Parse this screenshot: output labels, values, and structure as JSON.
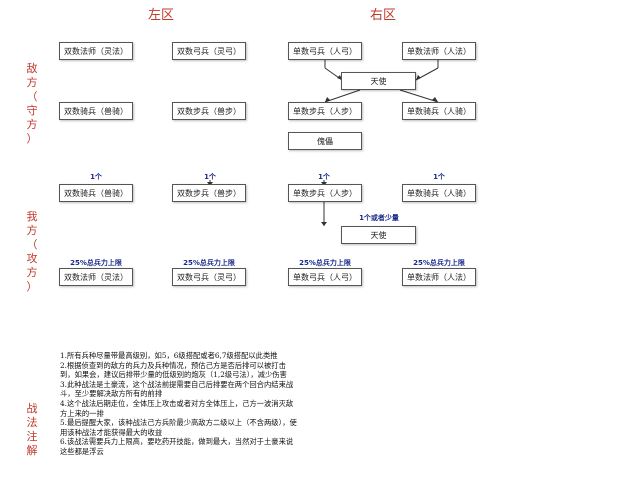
{
  "headers": {
    "left": "左区",
    "right": "右区"
  },
  "side_labels": {
    "enemy": [
      "敌",
      "方",
      "（",
      "守",
      "方",
      "）"
    ],
    "ours": [
      "我",
      "方",
      "（",
      "攻",
      "方",
      "）"
    ],
    "notes": [
      "战",
      "法",
      "注",
      "解"
    ]
  },
  "enemy": {
    "row1": [
      "双数法师（灵法）",
      "双数弓兵（灵弓）",
      "单数弓兵（人弓）",
      "单数法师（人法）"
    ],
    "angel": "天使",
    "row2": [
      "双数骑兵（兽骑）",
      "双数步兵（兽步）",
      "单数步兵（人步）",
      "单数骑兵（人骑）"
    ],
    "puppet": "傀儡"
  },
  "ours": {
    "count_labels": [
      "1个",
      "1个",
      "1个",
      "1个"
    ],
    "row1": [
      "双数骑兵（兽骑）",
      "双数步兵（兽步）",
      "单数步兵（人步）",
      "单数骑兵（人骑）"
    ],
    "angel_label": "1个或者少量",
    "angel": "天使",
    "cap_labels": [
      "25%总兵力上限",
      "25%总兵力上限",
      "25%总兵力上限",
      "25%总兵力上限"
    ],
    "row2": [
      "双数法师（灵法）",
      "双数弓兵（灵弓）",
      "单数弓兵（人弓）",
      "单数法师（人法）"
    ]
  },
  "notes": [
    "1.所有兵种尽量带最高级别，如5，6级搭配或者6,7级搭配以此类推",
    "2.根据侦查到的敌方的兵力及兵种情况，预估己方是否后排可以被打击到，如果会，建议后排带少量的低级别的炮灰（1,2级弓法），减少伤害",
    "3.此种战法是土豪流，这个战法前提需要自己后排要在两个回合内结束战斗，至少要解决敌方所有的前排",
    "4.这个战法后期走位，全体压上攻击或者对方全体压上，己方一波消灭敌方上来的一排",
    "5.最后提醒大家，该种战法己方兵阶最少高敌方二级以上（不含两级），使用该种战法才能获得最大的收益",
    "6.该战法需要兵力上限高，要吃药开技能，做到最大，当然对于土豪来说这些都是浮云"
  ],
  "colors": {
    "header": "#c0392b",
    "label": "#1a2a8c",
    "line": "#333333"
  }
}
